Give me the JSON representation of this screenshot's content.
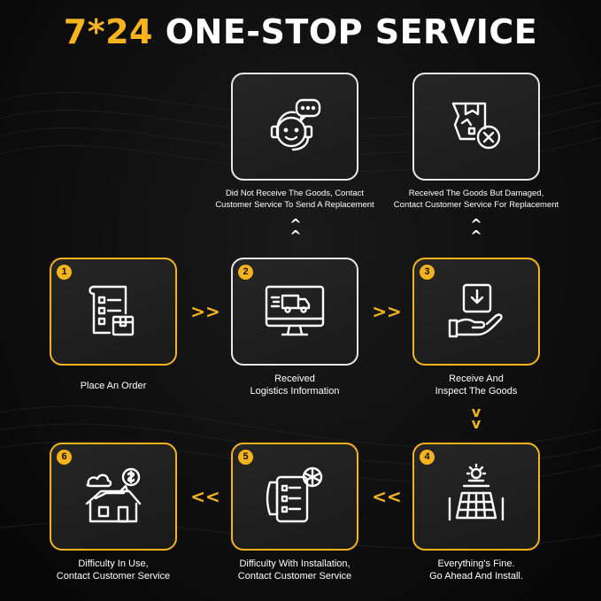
{
  "title": {
    "accent": "7*24",
    "main": "ONE-STOP SERVICE"
  },
  "steps": [
    {
      "number": "1",
      "label_lines": [
        "Place An Order"
      ],
      "icon": "order-form-icon"
    },
    {
      "number": "2",
      "label_lines": [
        "Received",
        "Logistics Information"
      ],
      "icon": "monitor-truck-icon"
    },
    {
      "number": "3",
      "label_lines": [
        "Receive And",
        "Inspect The Goods"
      ],
      "icon": "hand-package-icon"
    },
    {
      "number": "4",
      "label_lines": [
        "Everything's Fine.",
        "Go Ahead And Install."
      ],
      "icon": "solar-panel-icon"
    },
    {
      "number": "5",
      "label_lines": [
        "Difficulty With Installation,",
        "Contact Customer Service"
      ],
      "icon": "phone-checklist-icon"
    },
    {
      "number": "6",
      "label_lines": [
        "Difficulty In Use,",
        "Contact Customer Service"
      ],
      "icon": "house-solar-icon"
    }
  ],
  "issues": [
    {
      "label_lines": [
        "Did Not Receive The Goods, Contact",
        "Customer Service To Send A Replacement"
      ],
      "icon": "support-agent-icon"
    },
    {
      "label_lines": [
        "Received The Goods But Damaged,",
        "Contact Customer Service For Replacement"
      ],
      "icon": "damaged-box-icon"
    }
  ],
  "arrows": {
    "right": ">>",
    "left": "<<",
    "up": "^",
    "down": "v"
  },
  "colors": {
    "accent": "#f5b41e",
    "background": "#0c0c0c",
    "box": "#1f1f1f",
    "outline": "#e8e8e8"
  }
}
